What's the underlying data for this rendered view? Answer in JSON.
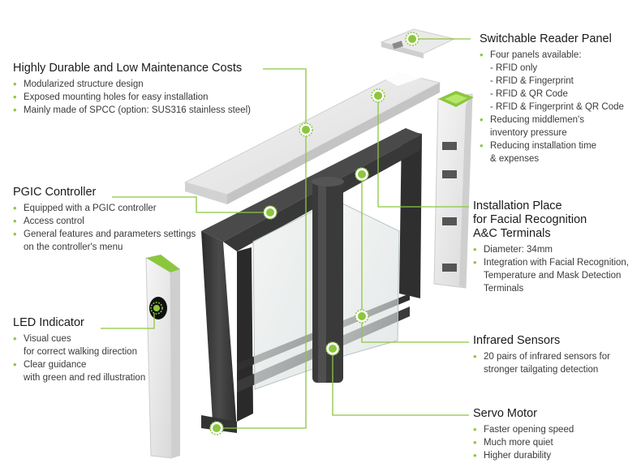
{
  "colors": {
    "accent": "#8cc63f",
    "frame": "#3c3c3c",
    "panel": "#eeeeee"
  },
  "callouts": {
    "switchable": {
      "title": "Switchable Reader Panel",
      "lines": [
        {
          "text": "Four panels available:",
          "bullet": true
        },
        {
          "text": "- RFID only",
          "bullet": false
        },
        {
          "text": "- RFID & Fingerprint",
          "bullet": false
        },
        {
          "text": "- RFID & QR Code",
          "bullet": false
        },
        {
          "text": "- RFID & Fingerprint & QR Code",
          "bullet": false
        },
        {
          "text": "Reducing middlemen's",
          "bullet": true
        },
        {
          "text": "inventory pressure",
          "bullet": false
        },
        {
          "text": "Reducing installation time",
          "bullet": true
        },
        {
          "text": "& expenses",
          "bullet": false
        }
      ]
    },
    "durable": {
      "title": "Highly Durable and Low Maintenance Costs",
      "lines": [
        {
          "text": "Modularized structure design",
          "bullet": true
        },
        {
          "text": "Exposed mounting holes for easy installation",
          "bullet": true
        },
        {
          "text": "Mainly made of SPCC (option: SUS316 stainless steel)",
          "bullet": true
        }
      ]
    },
    "pgic": {
      "title": "PGIC Controller",
      "lines": [
        {
          "text": "Equipped with a PGIC controller",
          "bullet": true
        },
        {
          "text": "Access control",
          "bullet": true
        },
        {
          "text": "General features and parameters settings",
          "bullet": true
        },
        {
          "text": "on the controller's menu",
          "bullet": false
        }
      ]
    },
    "install": {
      "title_lines": [
        "Installation Place",
        "for Facial Recognition",
        "A&C Terminals"
      ],
      "lines": [
        {
          "text": "Diameter: 34mm",
          "bullet": true
        },
        {
          "text": "Integration with Facial Recognition,",
          "bullet": true
        },
        {
          "text": "Temperature and Mask Detection",
          "bullet": false
        },
        {
          "text": "Terminals",
          "bullet": false
        }
      ]
    },
    "led": {
      "title": "LED Indicator",
      "lines": [
        {
          "text": "Visual cues",
          "bullet": true
        },
        {
          "text": "for correct walking direction",
          "bullet": false
        },
        {
          "text": "Clear guidance",
          "bullet": true
        },
        {
          "text": "with green and red illustration",
          "bullet": false
        }
      ]
    },
    "infrared": {
      "title": "Infrared Sensors",
      "lines": [
        {
          "text": "20 pairs of infrared sensors for",
          "bullet": true
        },
        {
          "text": "stronger tailgating detection",
          "bullet": false
        }
      ]
    },
    "servo": {
      "title": "Servo Motor",
      "lines": [
        {
          "text": "Faster opening speed",
          "bullet": true
        },
        {
          "text": "Much more quiet",
          "bullet": true
        },
        {
          "text": "Higher durability",
          "bullet": true
        }
      ]
    }
  }
}
